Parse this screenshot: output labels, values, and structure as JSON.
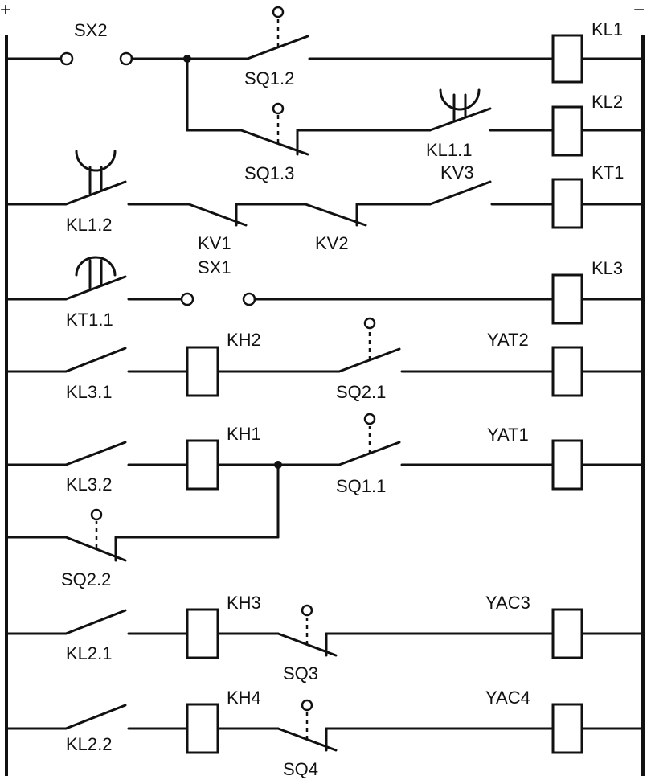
{
  "polarity": {
    "positive": "+",
    "negative": "−"
  },
  "labels": {
    "SX2": "SX2",
    "SQ1_2": "SQ1.2",
    "KL1": "KL1",
    "SQ1_3": "SQ1.3",
    "KL1_1": "KL1.1",
    "KL2": "KL2",
    "KL1_2": "KL1.2",
    "KV1": "KV1",
    "KV2": "KV2",
    "KV3": "KV3",
    "KT1": "KT1",
    "SX1": "SX1",
    "KT1_1": "KT1.1",
    "KL3": "KL3",
    "KL3_1": "KL3.1",
    "KH2": "KH2",
    "SQ2_1": "SQ2.1",
    "YAT2": "YAT2",
    "KL3_2": "KL3.2",
    "KH1": "KH1",
    "SQ1_1": "SQ1.1",
    "YAT1": "YAT1",
    "SQ2_2": "SQ2.2",
    "KL2_1": "KL2.1",
    "KH3": "KH3",
    "SQ3": "SQ3",
    "YAC3": "YAC3",
    "KL2_2": "KL2.2",
    "KH4": "KH4",
    "SQ4": "SQ4",
    "YAC4": "YAC4"
  }
}
